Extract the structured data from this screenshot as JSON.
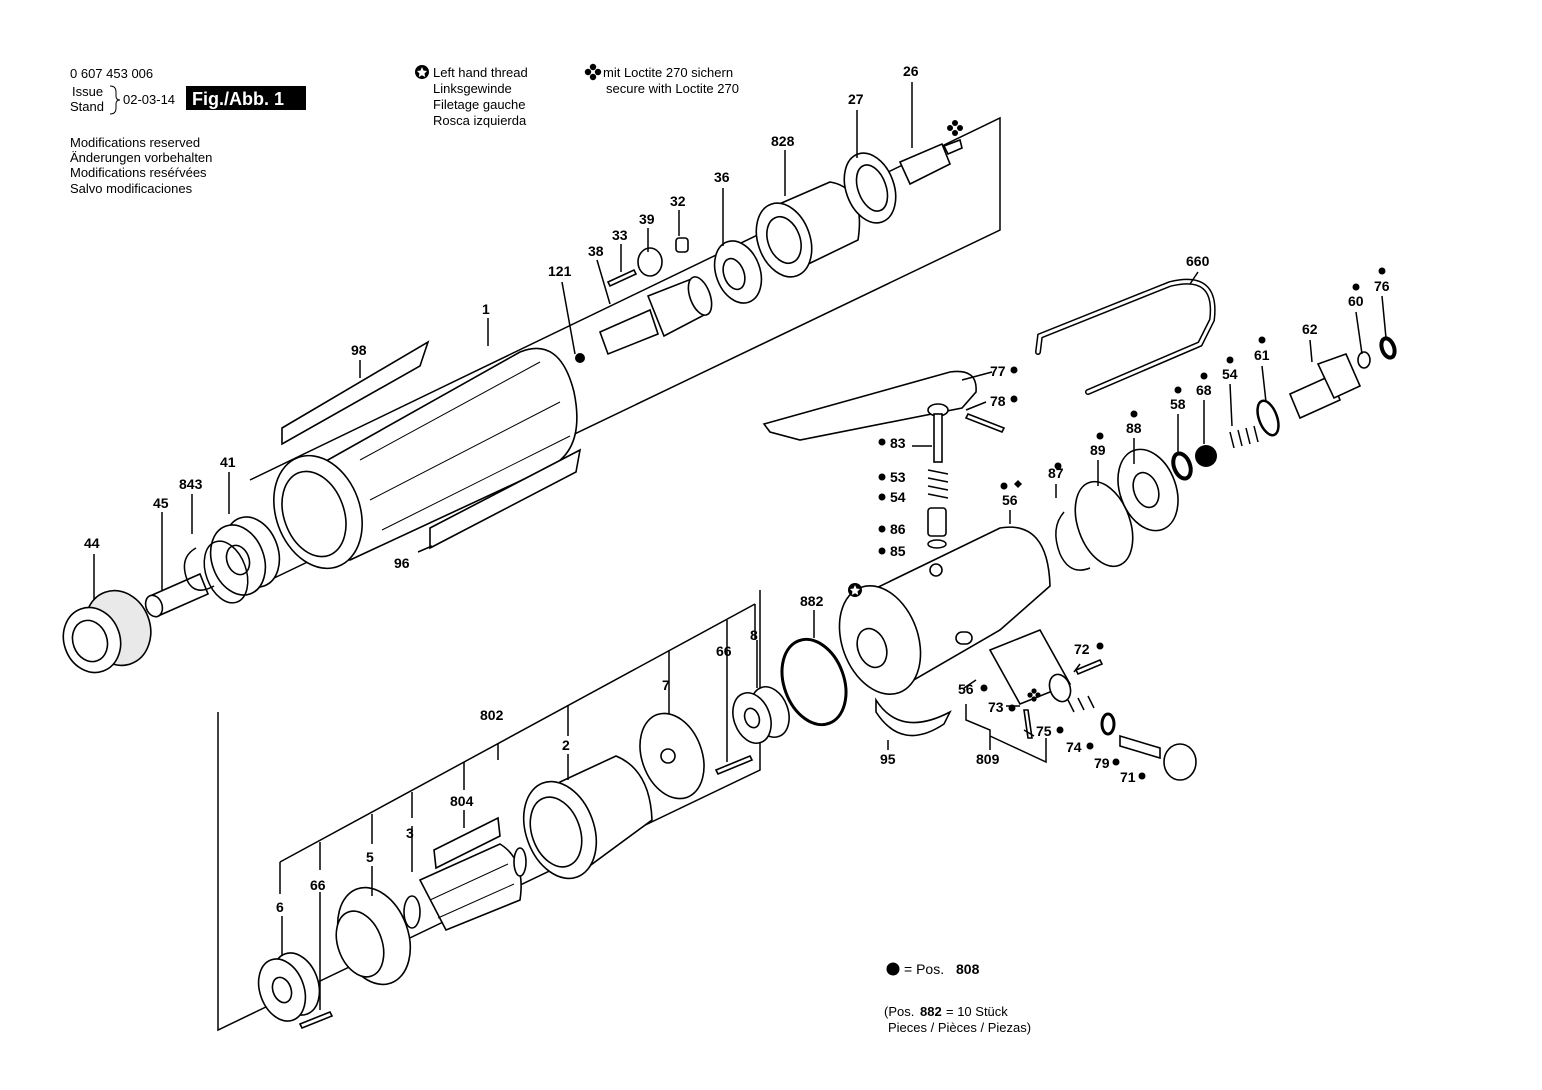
{
  "header": {
    "doc_number": "0 607 453 006",
    "issue": "Issue",
    "stand": "Stand",
    "date": "02-03-14",
    "fig_badge": "Fig./Abb. 1",
    "modifications": [
      "Modifications reserved",
      "Änderungen vorbehalten",
      "Modifications reséŕvées",
      "Salvo modificaciones"
    ]
  },
  "legend": {
    "left_hand_thread": [
      "Left hand thread",
      "Linksgewinde",
      "Filetage gauche",
      "Rosca izquierda"
    ],
    "loctite": [
      "mit Loctite 270 sichern",
      "secure with Loctite 270"
    ]
  },
  "part_labels": {
    "p26": "26",
    "p27": "27",
    "p828": "828",
    "p36": "36",
    "p32": "32",
    "p39": "39",
    "p33": "33",
    "p38": "38",
    "p121": "121",
    "p1": "1",
    "p98": "98",
    "p96": "96",
    "p41": "41",
    "p843": "843",
    "p45": "45",
    "p44": "44",
    "p660": "660",
    "p77": "77",
    "p78": "78",
    "p83": "83",
    "p53": "53",
    "p54a": "54",
    "p86": "86",
    "p85": "85",
    "p56a": "56",
    "p87": "87",
    "p89": "89",
    "p88": "88",
    "p58": "58",
    "p68": "68",
    "p54b": "54",
    "p61": "61",
    "p62": "62",
    "p60": "60",
    "p76": "76",
    "p882": "882",
    "p8": "8",
    "p66a": "66",
    "p7": "7",
    "p802": "802",
    "p2": "2",
    "p804": "804",
    "p3": "3",
    "p5": "5",
    "p66b": "66",
    "p6": "6",
    "p95": "95",
    "p56b": "56",
    "p73": "73",
    "p75": "75",
    "p72": "72",
    "p809": "809",
    "p74": "74",
    "p79": "79",
    "p71": "71"
  },
  "footer": {
    "pos_prefix": "= Pos.",
    "pos_number": "808",
    "note_open": "(Pos.",
    "note_pos": "882",
    "note_qty": "= 10 Stück",
    "note_line2": "Pieces / Pièces / Piezas)"
  }
}
